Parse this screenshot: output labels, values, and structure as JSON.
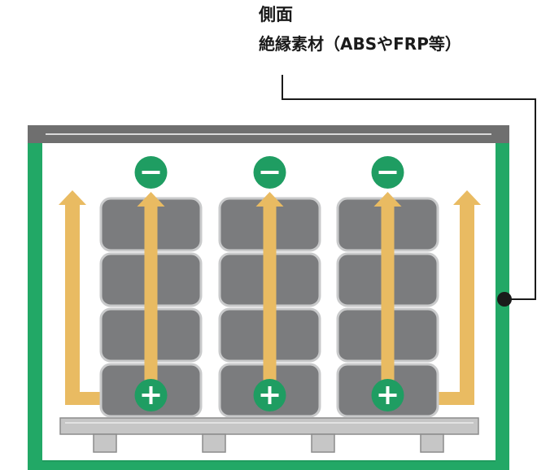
{
  "callout": {
    "title": "側面",
    "subtitle": "絶縁素材（ABSやFRP等）"
  },
  "diagram": {
    "stacks": 3,
    "cells_per_stack": 4,
    "negative_symbol": "−",
    "positive_symbol": "+",
    "colors": {
      "enclosure_wall": "#22a866",
      "enclosure_top": "#6f6f6f",
      "enclosure_inner": "#ffffff",
      "cell_fill": "#7b7c7e",
      "cell_stroke": "#c9cacb",
      "arrow": "#e9bb62",
      "terminal": "#1f9d62",
      "base": "#c6c6c6",
      "callout_line": "#1a1a1a"
    }
  }
}
